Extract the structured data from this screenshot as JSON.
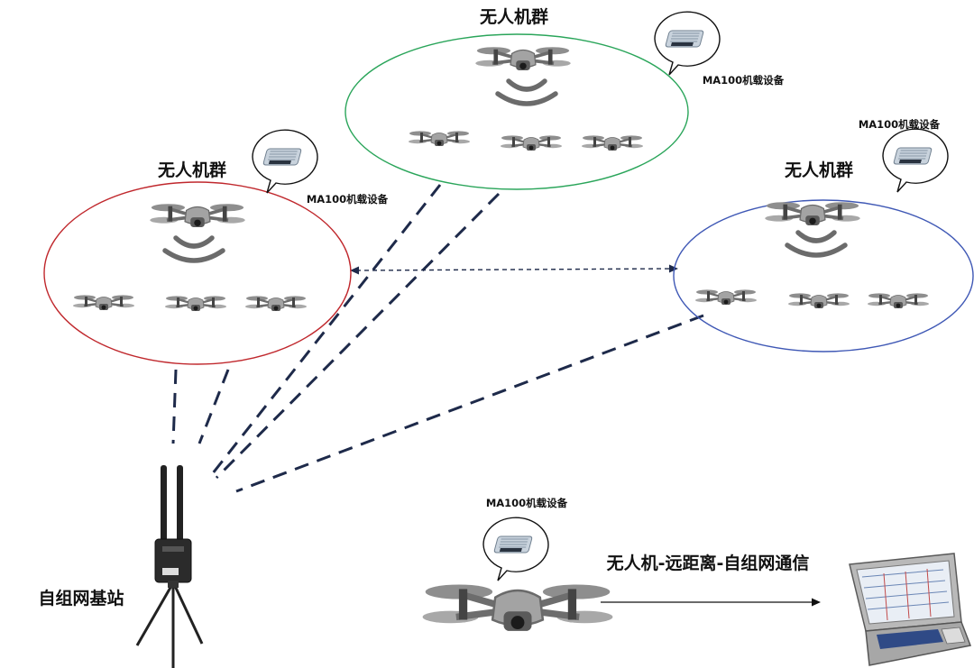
{
  "swarms": [
    {
      "id": "left",
      "title": "无人机群",
      "device_label": "MA100机载设备",
      "ring_color": "#c0282d"
    },
    {
      "id": "top",
      "title": "无人机群",
      "device_label": "MA100机载设备",
      "ring_color": "#2aa55a"
    },
    {
      "id": "right",
      "title": "无人机群",
      "device_label": "MA100机载设备",
      "ring_color": "#3f58b5"
    }
  ],
  "base_station": {
    "label": "自组网基站"
  },
  "relay": {
    "device_label": "MA100机载设备",
    "link_label": "无人机-远距离-自组网通信"
  },
  "icons": [
    "drone-icon",
    "signal-arc-icon",
    "router-device-icon",
    "antenna-base-station-icon",
    "rugged-laptop-icon"
  ],
  "colors": {
    "link": "#1e2a4a",
    "drone_body": "#9a9a9a"
  }
}
